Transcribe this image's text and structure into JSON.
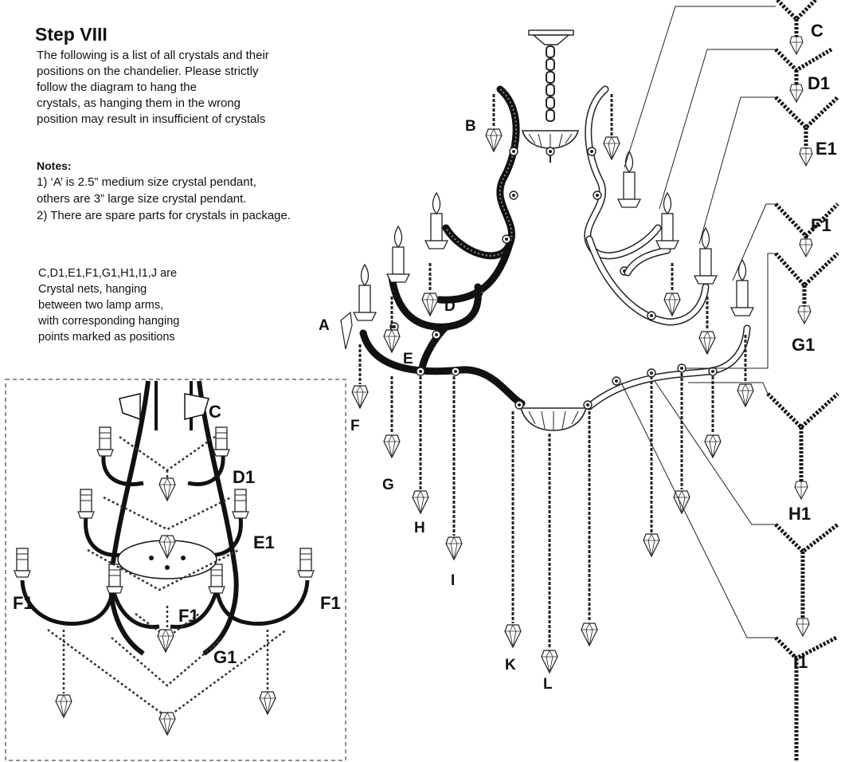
{
  "step_title": "Step VIII",
  "intro_lines": [
    "The following is a list of all crystals and their",
    "positions on the chandelier. Please strictly",
    "follow the diagram to hang the",
    "crystals, as hanging them in the wrong",
    "position may result in insufficient of crystals"
  ],
  "notes_heading": "Notes:",
  "notes_lines": [
    " 1) ‘A’ is 2.5” medium size crystal pendant,",
    "others are 3” large size crystal pendant.",
    " 2) There are spare parts for crystals in package."
  ],
  "nets_lines": [
    "C,D1,E1,F1,G1,H1,I1,J are",
    "Crystal nets, hanging",
    "between two lamp arms,",
    "with corresponding hanging",
    "points marked as positions"
  ],
  "main_labels": {
    "A": "A",
    "B": "B",
    "D": "D",
    "E": "E",
    "F": "F",
    "G": "G",
    "H": "H",
    "I": "I",
    "K": "K",
    "L": "L"
  },
  "net_labels": {
    "C": "C",
    "D1": "D1",
    "E1": "E1",
    "F1": "F1",
    "G1": "G1",
    "H1": "H1",
    "I1": "I1"
  },
  "inset_labels": {
    "C": "C",
    "D1": "D1",
    "E1": "E1",
    "F1_left": "F1",
    "F1_center": "F1",
    "F1_right": "F1",
    "G1": "G1"
  }
}
